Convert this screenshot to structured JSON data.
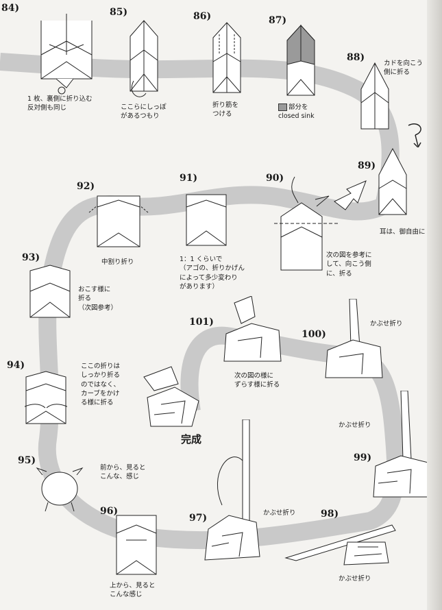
{
  "steps": [
    {
      "num": "84)",
      "caption": "1 枚、裏側に折り込む\n反対側も同じ"
    },
    {
      "num": "85)",
      "caption": "ここらにしっぽ\nがあるつもり"
    },
    {
      "num": "86)",
      "caption": "折り筋を\nつける"
    },
    {
      "num": "87)",
      "caption": "部分を\nclosed sink"
    },
    {
      "num": "88)",
      "caption": "カドを向こう\n側に折る"
    },
    {
      "num": "89)",
      "caption": "耳は、御自由に"
    },
    {
      "num": "90)",
      "caption": "次の図を参考に\nして、向こう側\nに、折る"
    },
    {
      "num": "91)",
      "caption": "1：1 くらいで\n（アゴの、折りかげん\nによって多少変わり\nがあります）"
    },
    {
      "num": "92)",
      "caption": "中割り折り"
    },
    {
      "num": "93)",
      "caption": "おこす様に\n折る\n（次図参考）"
    },
    {
      "num": "94)",
      "caption": "ここの折りは\nしっかり折る\nのではなく、\nカーブをかけ\nる様に折る"
    },
    {
      "num": "95)",
      "caption": "前から、見ると\nこんな、感じ"
    },
    {
      "num": "96)",
      "caption": "上から、見ると\nこんな感じ"
    },
    {
      "num": "97)",
      "caption": ""
    },
    {
      "num": "98)",
      "caption": "かぶせ折り"
    },
    {
      "num": "99)",
      "caption": "かぶせ折り"
    },
    {
      "num": "100)",
      "caption": "かぶせ折り"
    },
    {
      "num": "101)",
      "caption": "次の図の様に\nずらす様に折る"
    }
  ],
  "step97_label": "かぶせ折り",
  "done_label": "完成",
  "colors": {
    "path": "#c9c9c9",
    "ink": "#1a1a1a",
    "shade": "#9a9a9a",
    "paper": "#f4f3f0"
  }
}
